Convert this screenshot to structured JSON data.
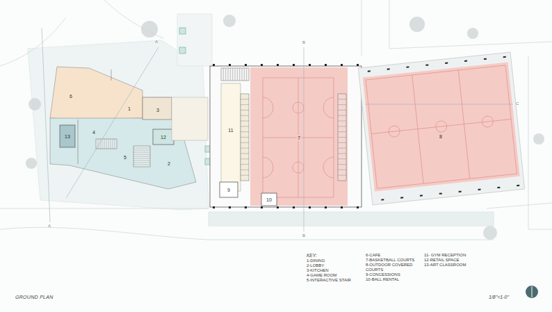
{
  "diagram": {
    "title": "GROUND PLAN",
    "nodes": [
      {
        "text": [
          "6"
        ]
      },
      {
        "text": [
          "1"
        ]
      },
      {
        "text": [
          "3"
        ]
      },
      {
        "text": [
          "13"
        ]
      },
      {
        "text": [
          "4"
        ]
      },
      {
        "text": [
          "12"
        ]
      },
      {
        "text": [
          "5"
        ]
      },
      {
        "text": [
          "2"
        ]
      },
      {
        "text": [
          "11"
        ]
      },
      {
        "text": [
          "7"
        ]
      },
      {
        "text": [
          "9"
        ]
      },
      {
        "text": [
          "10"
        ]
      },
      {
        "text": [
          "8"
        ]
      }
    ],
    "labels": [
      "A",
      "A",
      "B",
      "B",
      "C",
      "KEY:",
      "1-DINING",
      "2-LOBBY",
      "3-KITCHEN",
      "4-GAME ROOM",
      "5-INTERACTIVE STAIR",
      "6-CAFE",
      "7-BASKETBALL COURTS",
      "8-OUTDOOR COVERED COURTS",
      "9-CONCESSIONS",
      "10-BALL RENTAL",
      "11- GYM RECEPTION",
      "12-RETAIL SPACE",
      "13-ART CLASSROOM",
      "1/8\"=1-0\""
    ]
  }
}
